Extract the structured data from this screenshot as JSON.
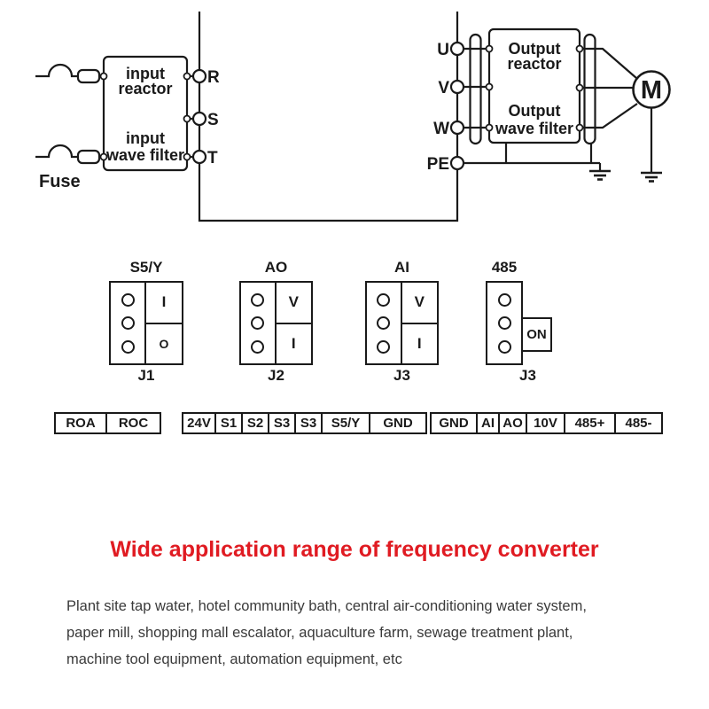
{
  "diagram": {
    "fuse_label": "Fuse",
    "input_box": {
      "line1": "input",
      "line2": "reactor",
      "line3": "input",
      "line4": "wave filter"
    },
    "output_box": {
      "line1": "Output",
      "line2": "reactor",
      "line3": "Output",
      "line4": "wave filter"
    },
    "input_terminals": [
      "R",
      "S",
      "T"
    ],
    "output_terminals": [
      "U",
      "V",
      "W",
      "PE"
    ],
    "motor_label": "M"
  },
  "jumpers": [
    {
      "title": "S5/Y",
      "cell_top": "I",
      "cell_bottom": "O",
      "label": "J1"
    },
    {
      "title": "AO",
      "cell_top": "V",
      "cell_bottom": "I",
      "label": "J2"
    },
    {
      "title": "AI",
      "cell_top": "V",
      "cell_bottom": "I",
      "label": "J3"
    },
    {
      "title": "485",
      "switch_label": "ON",
      "label": "J3"
    }
  ],
  "terminal_strip": {
    "relay_group": [
      "ROA",
      "ROC"
    ],
    "control_group": [
      "24V",
      "S1",
      "S2",
      "S3",
      "S3",
      "S5/Y",
      "GND"
    ],
    "analog_group": [
      "GND",
      "AI",
      "AO",
      "10V",
      "485+",
      "485-"
    ]
  },
  "application": {
    "heading": "Wide application range of frequency converter",
    "body_lines": [
      "Plant site tap water, hotel community bath, central air-conditioning water system,",
      "paper mill, shopping mall escalator, aquaculture farm, sewage treatment plant,",
      "machine tool equipment, automation equipment, etc"
    ]
  },
  "colors": {
    "heading_red": "#e01b22",
    "line_black": "#1a1a1a"
  }
}
